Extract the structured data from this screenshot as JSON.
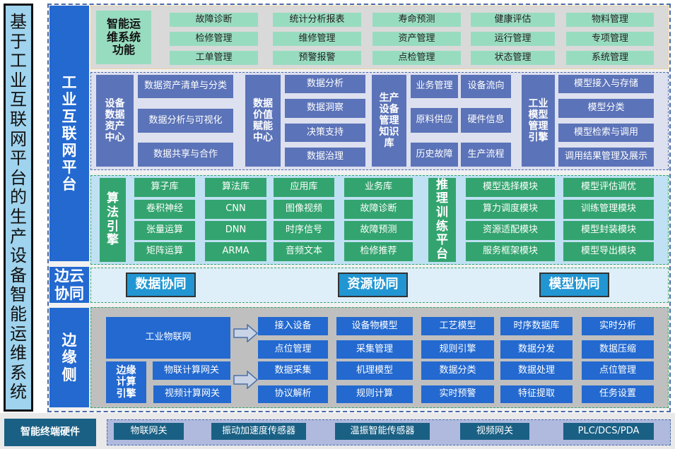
{
  "side_title": "基于工业互联网平台的生产设备智能运维系统",
  "layers": {
    "platform": "工业互联网平台",
    "edge_cloud": "边云协同",
    "edge": "边缘侧"
  },
  "functions": {
    "title": "智能运维系统功能",
    "items": [
      "故障诊断",
      "统计分析报表",
      "寿命预测",
      "健康评估",
      "物料管理",
      "检修管理",
      "维修管理",
      "资产管理",
      "运行管理",
      "专项管理",
      "工单管理",
      "预警报警",
      "点检管理",
      "状态管理",
      "系统管理"
    ]
  },
  "data_asset": {
    "title": "设备数据资产中心",
    "items": [
      "数据资产清单与分类",
      "数据分析与可视化",
      "数据共享与合作"
    ]
  },
  "data_value": {
    "title": "数据价值赋能中心",
    "items": [
      "数据分析",
      "数据洞察",
      "决策支持",
      "数据治理"
    ]
  },
  "knowledge": {
    "title": "生产设备管理知识库",
    "items": [
      "业务管理",
      "设备流向",
      "原料供应",
      "硬件信息",
      "历史故障",
      "生产流程"
    ]
  },
  "model_engine": {
    "title": "工业模型管理引擎",
    "items": [
      "模型接入与存储",
      "模型分类",
      "模型检索与调用",
      "调用结果管理及展示"
    ]
  },
  "algorithm": {
    "title": "算法引擎",
    "items": [
      "算子库",
      "算法库",
      "应用库",
      "业务库",
      "卷积神经",
      "CNN",
      "图像视频",
      "故障诊断",
      "张量运算",
      "DNN",
      "时序信号",
      "故障预测",
      "矩阵运算",
      "ARMA",
      "音频文本",
      "检修推荐"
    ]
  },
  "training": {
    "title": "推理训练平台",
    "items": [
      "模型选择模块",
      "模型评估调优",
      "算力调度模块",
      "训练管理模块",
      "资源适配模块",
      "模型封装模块",
      "服务框架模块",
      "模型导出模块"
    ]
  },
  "collab": [
    "数据协同",
    "资源协同",
    "模型协同"
  ],
  "edge": {
    "iot": "工业物联网",
    "engine_title": "边缘计算引擎",
    "gateways": [
      "物联计算网关",
      "视频计算网关"
    ],
    "items": [
      "接入设备",
      "设备物模型",
      "工艺模型",
      "时序数据库",
      "实时分析",
      "点位管理",
      "采集管理",
      "规则引擎",
      "数据分发",
      "数据压缩",
      "数据采集",
      "机理模型",
      "数据分类",
      "数据处理",
      "点位管理",
      "协议解析",
      "规则计算",
      "实时预警",
      "特征提取",
      "任务设置"
    ]
  },
  "hardware": {
    "title": "智能终端硬件",
    "items": [
      "物联网关",
      "振动加速度传感器",
      "温振智能传感器",
      "视频网关",
      "PLC/DCS/PDA"
    ]
  }
}
